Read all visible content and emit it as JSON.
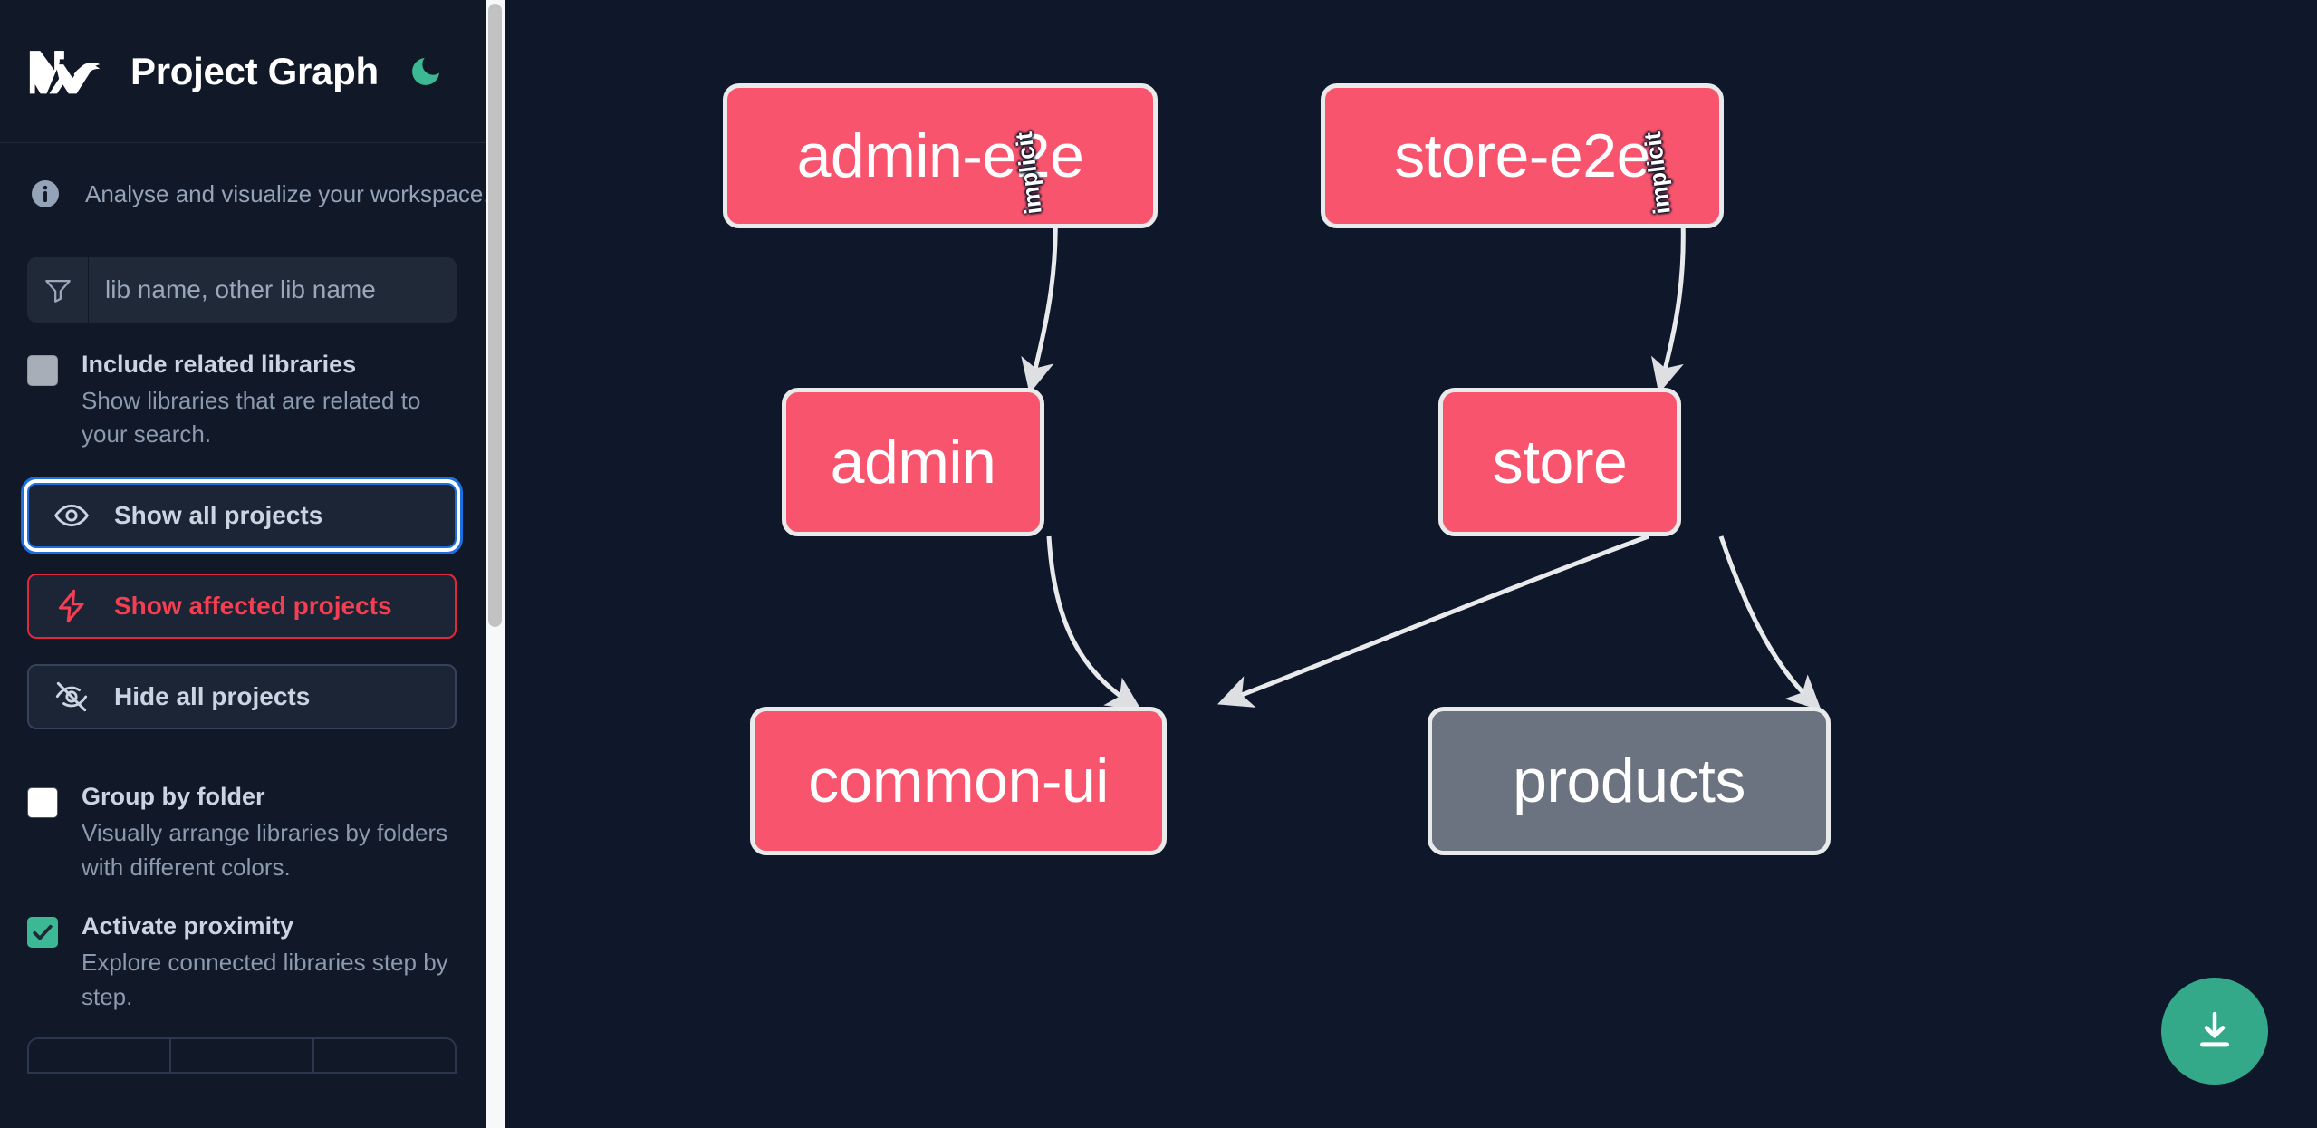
{
  "app": {
    "title": "Project Graph",
    "logo_icon": "nx-logo-icon",
    "theme_toggle_icon": "moon-icon"
  },
  "sidebar": {
    "info": {
      "icon": "info-circle-icon",
      "text": "Analyse and visualize your workspace."
    },
    "search": {
      "icon": "filter-icon",
      "placeholder": "lib name, other lib name",
      "value": ""
    },
    "checkboxes": [
      {
        "name": "include-related-libraries",
        "title": "Include related libraries",
        "desc": "Show libraries that are related to your search.",
        "state": "indeterminate",
        "swatch": "#A7AEB8"
      },
      {
        "name": "group-by-folder",
        "title": "Group by folder",
        "desc": "Visually arrange libraries by folders with different colors.",
        "state": "unchecked",
        "swatch": "#FFFFFF"
      },
      {
        "name": "activate-proximity",
        "title": "Activate proximity",
        "desc": "Explore connected libraries step by step.",
        "state": "checked",
        "swatch": "#3CB994"
      }
    ],
    "buttons": [
      {
        "name": "show-all-projects",
        "label": "Show all projects",
        "icon": "eye-icon",
        "variant": "focused",
        "accent": "#1D6FE0"
      },
      {
        "name": "show-affected-projects",
        "label": "Show affected projects",
        "icon": "lightning-icon",
        "variant": "danger",
        "accent": "#F43F52"
      },
      {
        "name": "hide-all-projects",
        "label": "Hide all projects",
        "icon": "eye-off-icon",
        "variant": "default",
        "accent": "#CBD5E1"
      }
    ]
  },
  "graph": {
    "download_icon": "download-icon",
    "download_color": "#34A98A",
    "nodes": [
      {
        "id": "admin-e2e",
        "label": "admin-e2e",
        "color": "pink",
        "hex": "#F8546E"
      },
      {
        "id": "store-e2e",
        "label": "store-e2e",
        "color": "pink",
        "hex": "#F8546E"
      },
      {
        "id": "admin",
        "label": "admin",
        "color": "pink",
        "hex": "#F8546E"
      },
      {
        "id": "store",
        "label": "store",
        "color": "pink",
        "hex": "#F8546E"
      },
      {
        "id": "common-ui",
        "label": "common-ui",
        "color": "pink",
        "hex": "#F8546E"
      },
      {
        "id": "products",
        "label": "products",
        "color": "gray",
        "hex": "#6B7280"
      }
    ],
    "edges": [
      {
        "from": "admin-e2e",
        "to": "admin",
        "label": "implicit"
      },
      {
        "from": "store-e2e",
        "to": "store",
        "label": "implicit"
      },
      {
        "from": "admin",
        "to": "common-ui",
        "label": ""
      },
      {
        "from": "store",
        "to": "common-ui",
        "label": ""
      },
      {
        "from": "store",
        "to": "products",
        "label": ""
      }
    ]
  }
}
